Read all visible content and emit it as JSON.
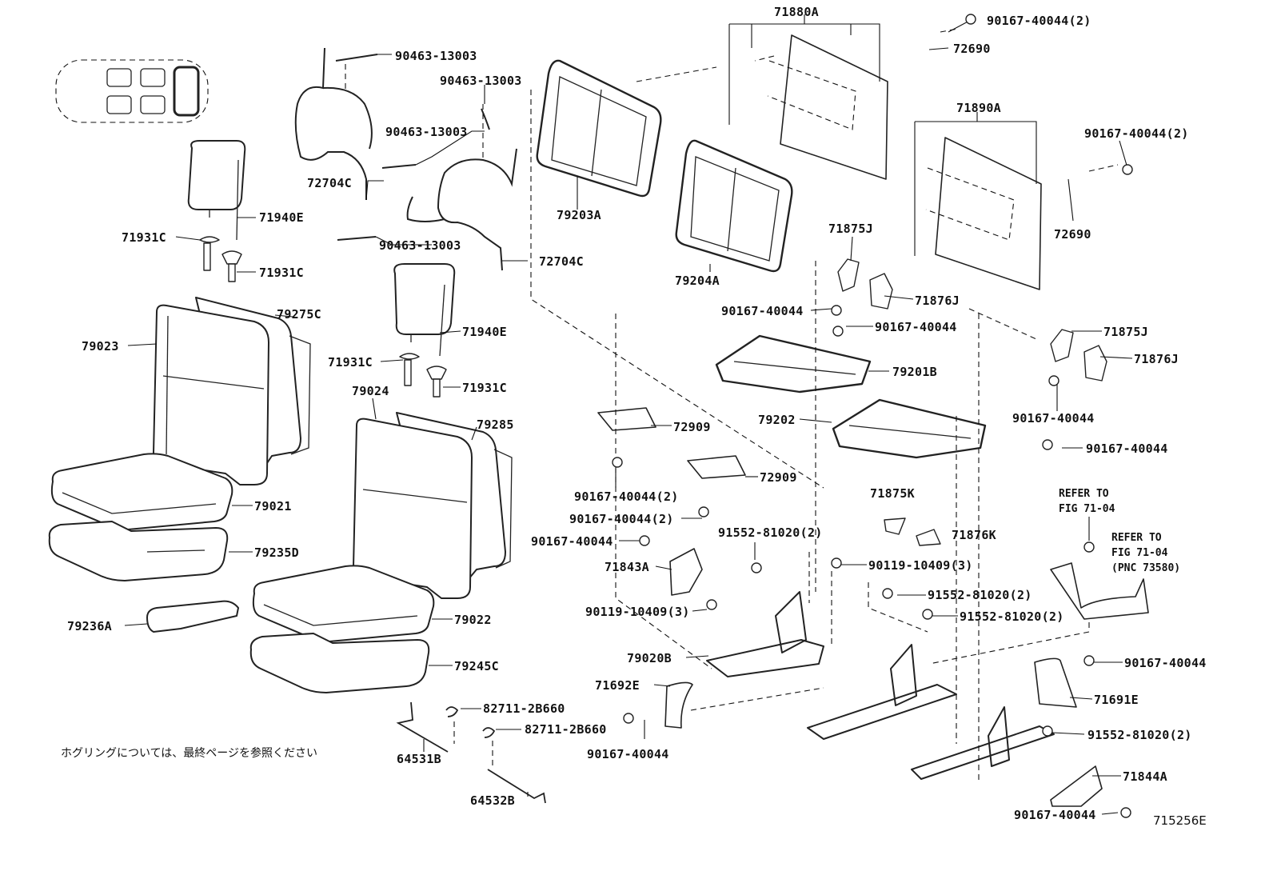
{
  "labels": {
    "p71880A": "71880A",
    "p90167_top": "90167-40044(2)",
    "p72690_top": "72690",
    "p90463_1": "90463-13003",
    "p90463_2": "90463-13003",
    "p90463_3": "90463-13003",
    "p90463_4": "90463-13003",
    "p72704C_1": "72704C",
    "p72704C_2": "72704C",
    "p79203A": "79203A",
    "p71890A": "71890A",
    "p90167_r": "90167-40044(2)",
    "p72690_r": "72690",
    "p71931C_1": "71931C",
    "p71940E_1": "71940E",
    "p71931C_2": "71931C",
    "p79204A": "79204A",
    "p71875J_1": "71875J",
    "p71876J_1": "71876J",
    "p90167_a": "90167-40044",
    "p90167_b": "90167-40044",
    "p79275C": "79275C",
    "p79023": "79023",
    "p71940E_2": "71940E",
    "p71931C_3": "71931C",
    "p71931C_4": "71931C",
    "p71875J_2": "71875J",
    "p71876J_2": "71876J",
    "p79201B": "79201B",
    "p79024": "79024",
    "p79285": "79285",
    "p72909_1": "72909",
    "p79202": "79202",
    "p90167_c": "90167-40044",
    "p90167_d": "90167-40044",
    "p90167_e": "90167-40044(2)",
    "p72909_2": "72909",
    "p79021": "79021",
    "p90167_f": "90167-40044(2)",
    "p71875K": "71875K",
    "p91552_1": "91552-81020(2)",
    "p71876K": "71876K",
    "p79235D": "79235D",
    "p90167_g": "90167-40044",
    "p71843A": "71843A",
    "p90119_1": "90119-10409(3)",
    "p91552_2": "91552-81020(2)",
    "p91552_3": "91552-81020(2)",
    "p90119_2": "90119-10409(3)",
    "p79236A": "79236A",
    "p79022": "79022",
    "p79020B": "79020B",
    "p90167_h": "90167-40044",
    "p79245C": "79245C",
    "p71692E": "71692E",
    "p71691E": "71691E",
    "p82711_1": "82711-2B660",
    "p82711_2": "82711-2B660",
    "p91552_4": "91552-81020(2)",
    "p90167_i": "90167-40044",
    "p71844A": "71844A",
    "p64531B": "64531B",
    "p64532B": "64532B",
    "p90167_j": "90167-40044"
  },
  "refs": {
    "ref1_line1": "REFER TO",
    "ref1_line2": "FIG 71-04",
    "ref2_line1": "REFER TO",
    "ref2_line2": "FIG 71-04",
    "ref2_line3": "(PNC 73580)"
  },
  "note": "ホグリングについては、最終ページを参照ください",
  "figure_code": "715256E"
}
